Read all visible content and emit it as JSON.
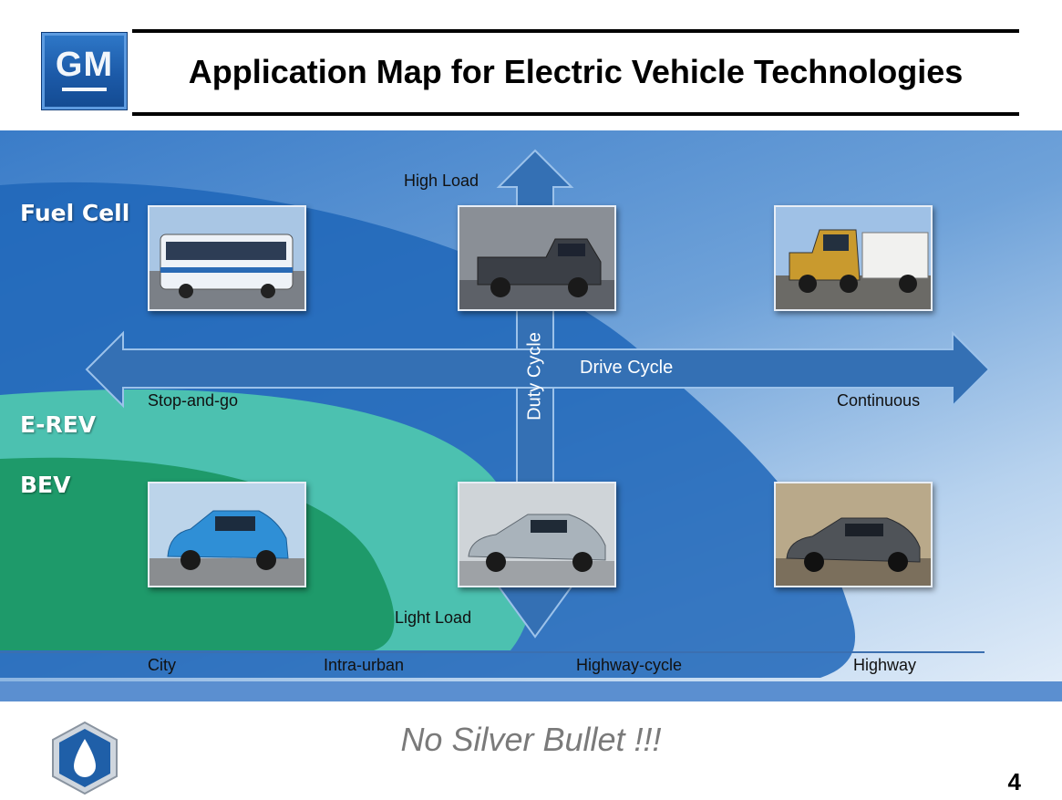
{
  "header": {
    "logo_text": "GM",
    "title": "Application Map for Electric Vehicle Technologies"
  },
  "diagram": {
    "zones": [
      "Fuel Cell",
      "E-REV",
      "BEV"
    ],
    "vertical_axis": {
      "label": "Duty Cycle",
      "top": "High Load",
      "bottom": "Light Load"
    },
    "horizontal_axis": {
      "label": "Drive Cycle",
      "left": "Stop-and-go",
      "right": "Continuous"
    },
    "bottom_scale": [
      "City",
      "Intra-urban",
      "Highway-cycle",
      "Highway"
    ],
    "photos": [
      {
        "name": "bus-photo",
        "icon": "bus"
      },
      {
        "name": "pickup-truck-photo",
        "icon": "pickup-truck"
      },
      {
        "name": "semi-truck-photo",
        "icon": "semi-truck"
      },
      {
        "name": "compact-car-photo",
        "icon": "compact-car"
      },
      {
        "name": "sedan-volt-photo",
        "icon": "sedan"
      },
      {
        "name": "sedan-insignia-photo",
        "icon": "sedan"
      }
    ],
    "colors": {
      "fuel_cell": "#1f66b8",
      "erev": "#4cc1b0",
      "bev": "#1e9a6a",
      "arrow": "#3470b4"
    }
  },
  "footer": {
    "slogan": "No Silver Bullet !!!",
    "page_number": "4"
  }
}
